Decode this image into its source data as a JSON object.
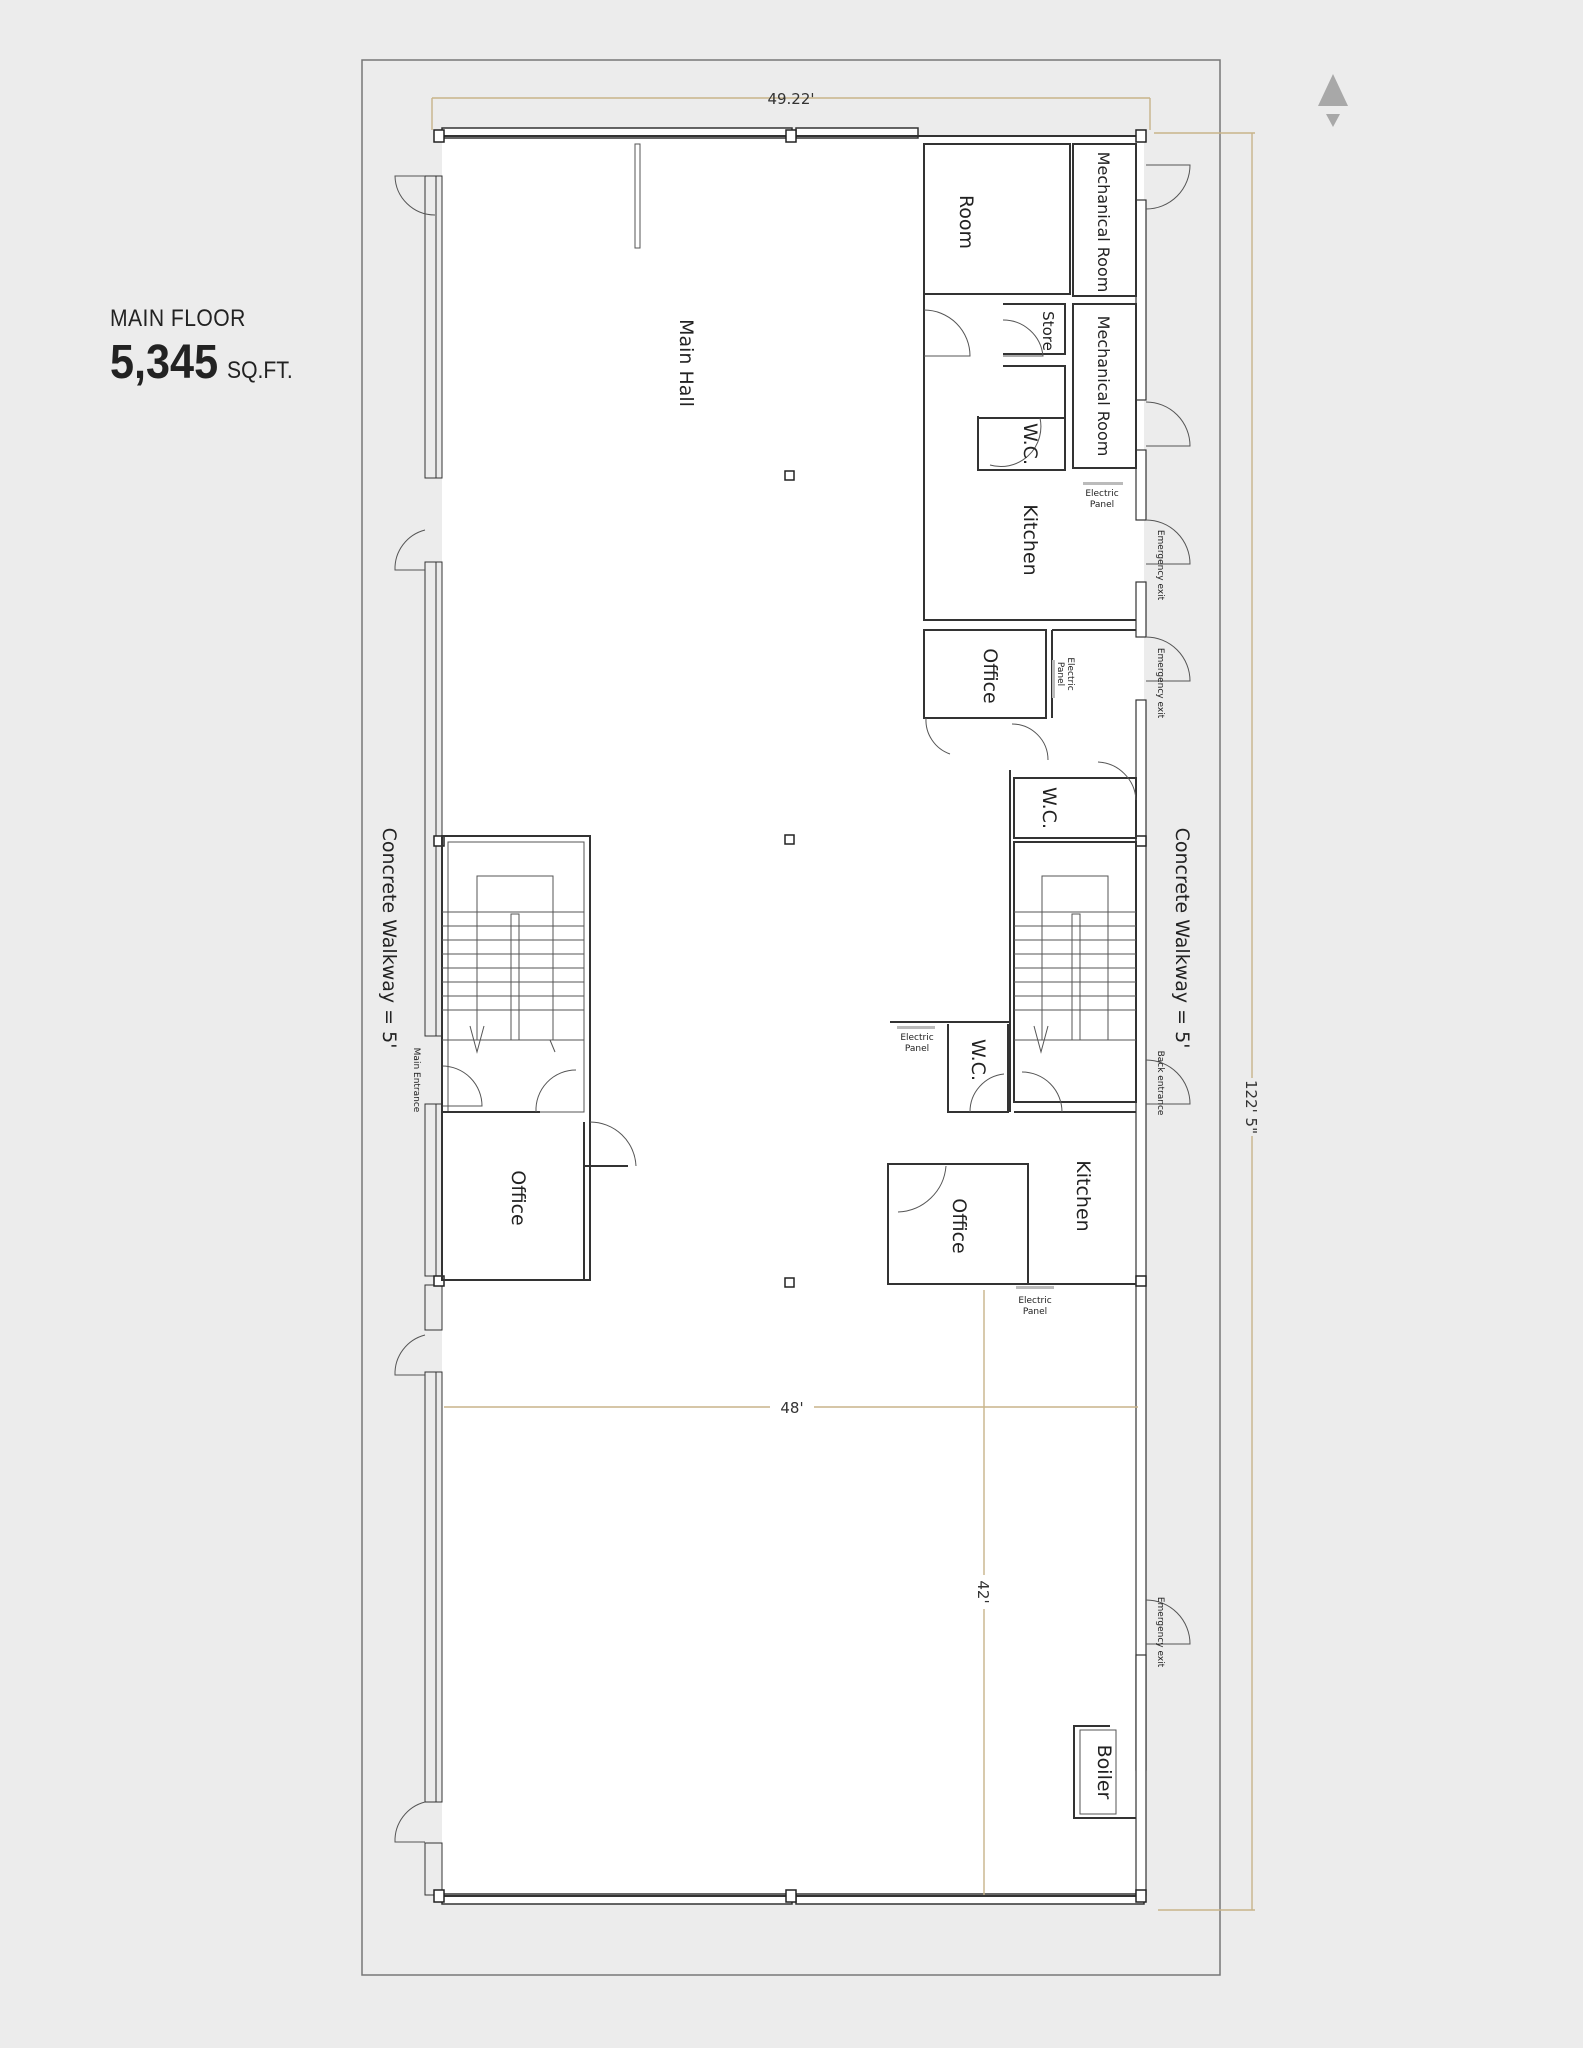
{
  "title": {
    "floor_name": "MAIN FLOOR",
    "area_value": "5,345",
    "area_unit": "SQ.FT."
  },
  "compass": {
    "icon": "north-arrow-icon",
    "color": "#a8a8a8"
  },
  "dimensions": {
    "top_width": "49.22'",
    "overall_length": "122' 5\"",
    "interior_width": "48'",
    "south_depth": "42'"
  },
  "colors": {
    "background": "#ececec",
    "site": "#ececec",
    "interior": "#ffffff",
    "wall": "#333333",
    "dimension_line": "#c8b48a"
  },
  "rooms": {
    "main_hall": "Main Hall",
    "room": "Room",
    "mech_room_1": "Mechanical Room",
    "mech_room_2": "Mechanical Room",
    "store": "Store",
    "wc_north": "W.C.",
    "kitchen_north": "Kitchen",
    "office_north": "Office",
    "wc_east": "W.C.",
    "wc_center": "W.C.",
    "office_west": "Office",
    "office_east": "Office",
    "kitchen_south": "Kitchen",
    "boiler": "Boiler"
  },
  "annotations": {
    "electric_panel_1": [
      "Electric",
      "Panel"
    ],
    "electric_panel_2": [
      "Electric",
      "Panel"
    ],
    "electric_panel_3": [
      "Electric",
      "Panel"
    ],
    "electric_panel_4": [
      "Electric",
      "Panel"
    ],
    "emergency_exit_1": "Emergency exit",
    "emergency_exit_2": "Emergency exit",
    "emergency_exit_3": "Emergency exit",
    "back_entrance": "Back entrance",
    "main_entrance": "Main Entrance",
    "walkway_west": "Concrete Walkway = 5'",
    "walkway_east": "Concrete Walkway = 5'"
  }
}
